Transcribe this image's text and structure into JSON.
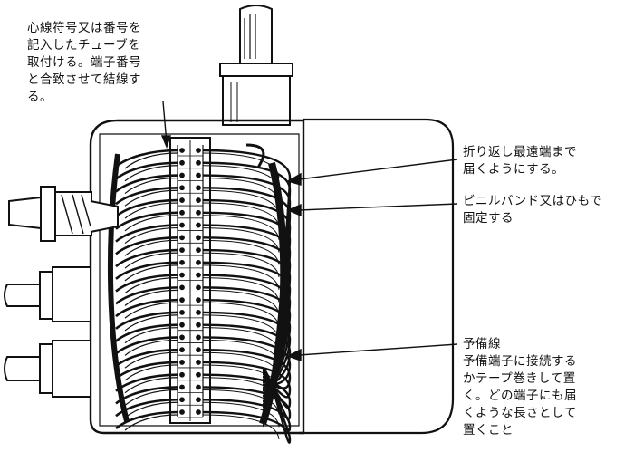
{
  "annotations": {
    "wire_tube": "心線符号又は番号を\n記入したチューブを\n取付ける。端子番号\nと合致させて結線す\nる。",
    "fold_back": "折り返し最遠端まで\n届くようにする。",
    "vinyl_band": "ビニルバンド又はひもで\n固定する",
    "spare_wire": "予備線\n予備端子に接続する\nかテープ巻きして置\nく。どの端子にも届\nくような長さとして\n置くこと"
  },
  "colors": {
    "ink": "#111111",
    "paper": "#ffffff"
  }
}
